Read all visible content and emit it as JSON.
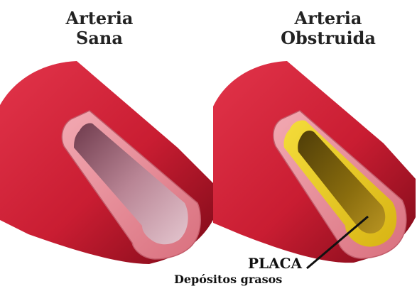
{
  "diagram": {
    "left_title": "Arteria\nSana",
    "right_title": "Arteria\nObstruida",
    "callout_label": "PLACA",
    "callout_sub": "Depósitos grasos"
  },
  "colors": {
    "artery_outer": "#c91d32",
    "artery_dark": "#7d0a18",
    "wall_cut": "#e98a96",
    "lumen_healthy": "#b98595",
    "plaque_yellow": "#e6c61a",
    "plaque_dark": "#8a6d0e"
  }
}
